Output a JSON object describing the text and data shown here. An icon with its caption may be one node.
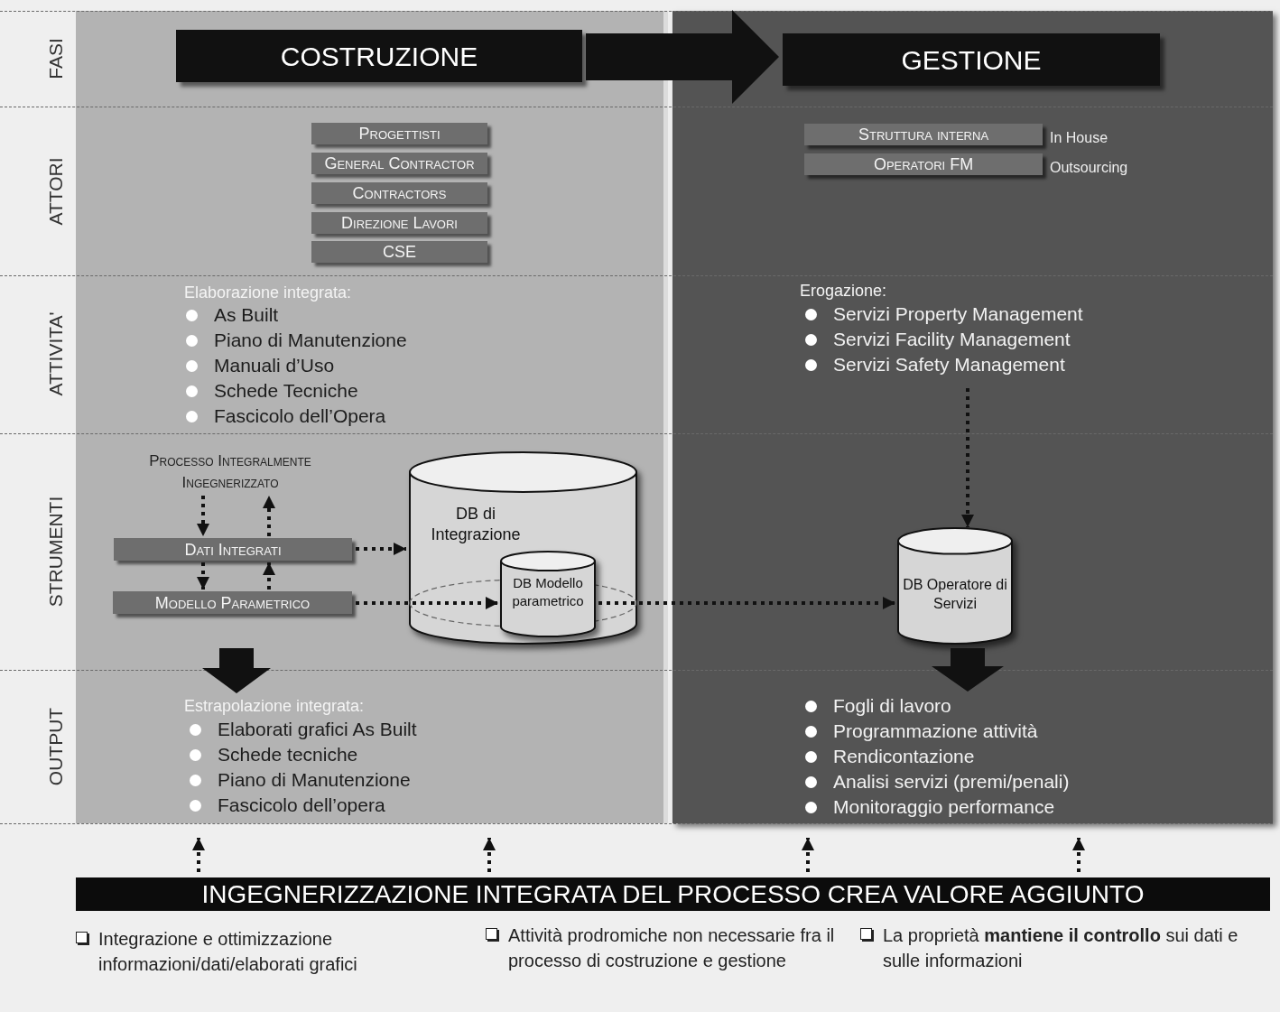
{
  "diagram": {
    "nodes": [
      {
        "text": [
          "COSTRUZIONE"
        ]
      },
      {
        "text": [
          "GESTIONE"
        ]
      },
      {
        "text": [
          "Progettisti"
        ]
      },
      {
        "text": [
          "General Contractor"
        ]
      },
      {
        "text": [
          "Contractors"
        ]
      },
      {
        "text": [
          "Direzione Lavori"
        ]
      },
      {
        "text": [
          "CSE"
        ]
      },
      {
        "text": [
          "Struttura interna"
        ],
        "beside": [
          "In House"
        ]
      },
      {
        "text": [
          "Operatori FM"
        ],
        "beside": [
          "Outsourcing"
        ]
      },
      {
        "text": [
          "Erogazione:",
          "Servizi Property Management",
          "Servizi Facility Management",
          "Servizi Safety Management"
        ]
      },
      {
        "text": [
          "Processo Integralmente Ingegnerizzato"
        ]
      },
      {
        "text": [
          "Dati Integrati"
        ]
      },
      {
        "text": [
          "Modello Parametrico"
        ]
      },
      {
        "text": [
          "DB di Integrazione"
        ]
      },
      {
        "text": [
          "DB Modello parametrico"
        ],
        "in": 13
      },
      {
        "text": [
          "DB Operatore di Servizi"
        ]
      },
      {
        "text": [
          "Estrapolazione integrata:",
          "Elaborati grafici As Built",
          "Schede tecniche",
          "Piano di Manutenzione",
          "Fascicolo dell’opera"
        ]
      },
      {
        "text": [
          "Fogli di lavoro",
          "Programmazione attività",
          "Rendicontazione",
          "Analisi servizi (premi/penali)",
          "Monitoraggio performance"
        ]
      },
      {
        "text": [
          "INGEGNERIZZAZIONE INTEGRATA DEL PROCESSO CREA VALORE AGGIUNTO"
        ]
      }
    ],
    "edges": [
      {
        "from": 0,
        "to": 1,
        "arrow": "to",
        "style": "thick"
      },
      {
        "from": 10,
        "to": 11,
        "arrow": "to",
        "style": "dashed"
      },
      {
        "from": 11,
        "to": 10,
        "arrow": "to",
        "style": "dashed"
      },
      {
        "from": 11,
        "to": 12,
        "arrow": "to",
        "style": "dashed"
      },
      {
        "from": 12,
        "to": 11,
        "arrow": "to",
        "style": "dashed"
      },
      {
        "from": 11,
        "to": 13,
        "arrow": "to",
        "style": "dashed"
      },
      {
        "from": 12,
        "to": 14,
        "arrow": "to",
        "style": "dashed"
      },
      {
        "from": 14,
        "to": 15,
        "arrow": "to",
        "style": "dashed"
      },
      {
        "from": 9,
        "to": 15,
        "arrow": "to",
        "style": "dashed"
      },
      {
        "from": 12,
        "to": 16,
        "arrow": "to",
        "style": "thick"
      },
      {
        "from": 15,
        "to": 17,
        "arrow": "to",
        "style": "thick"
      },
      {
        "from": 18,
        "to": 16,
        "arrow": "to",
        "style": "dashed"
      },
      {
        "from": 18,
        "to": null,
        "arrow": "to",
        "style": "dashed"
      },
      {
        "from": 18,
        "to": 17,
        "arrow": "to",
        "style": "dashed"
      },
      {
        "from": 18,
        "to": 17,
        "arrow": "to",
        "style": "dashed"
      }
    ],
    "labels": [
      "FASI",
      "ATTORI",
      "ATTIVITA'",
      "STRUMENTI",
      "OUTPUT",
      "Elaborazione integrata:",
      "As Built",
      "Piano di Manutenzione",
      "Manuali d’Uso",
      "Schede Tecniche",
      "Fascicolo dell’Opera",
      "Integrazione e ottimizzazione informazioni/dati/elaborati grafici",
      "Attività prodromiche non necessarie fra il processo di costruzione e gestione",
      "La proprietà **mantiene il controllo** sui dati e sulle informazioni"
    ]
  }
}
